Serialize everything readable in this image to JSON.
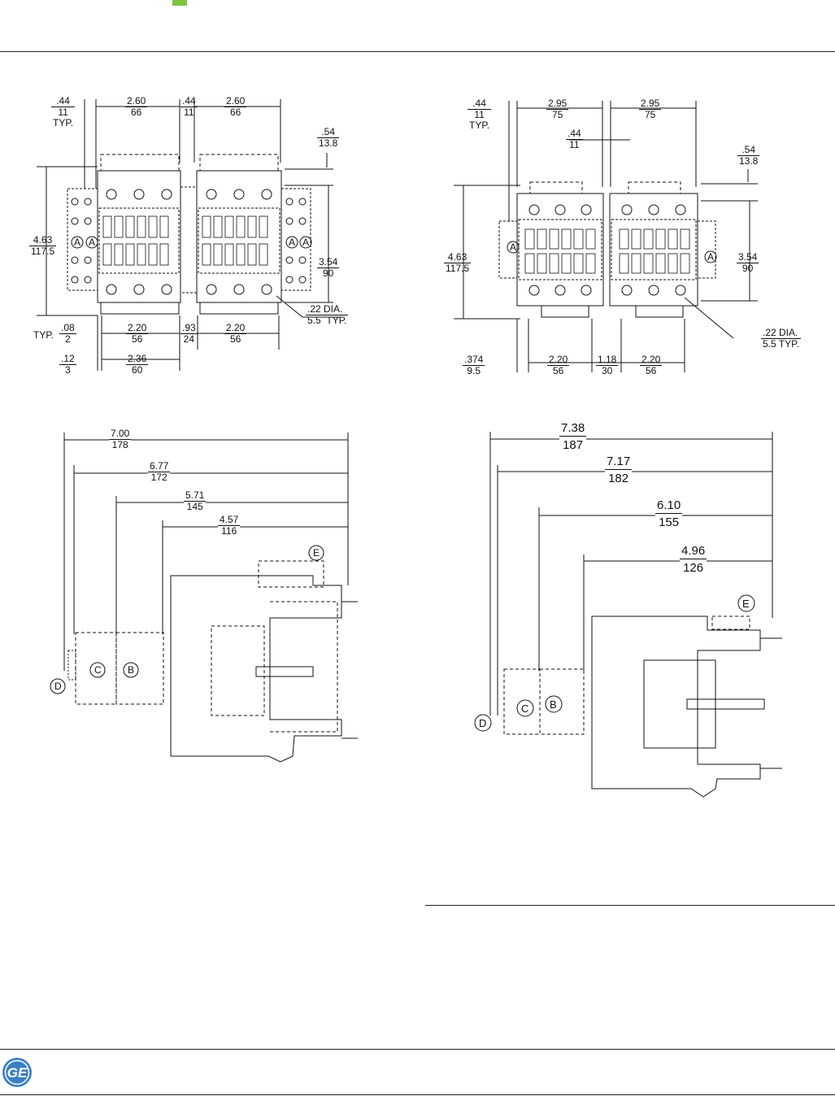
{
  "colors": {
    "brand_green": "#7dc243",
    "ge_blue": "#3b7fc4"
  },
  "logo": {
    "icon": "ge-monogram-icon",
    "text": "GE"
  },
  "topleft": {
    "d1": {
      "in": ".44",
      "mm": "11",
      "note": "TYP."
    },
    "d2": {
      "in": "2.60",
      "mm": "66"
    },
    "d3": {
      "in": ".44",
      "mm": "11"
    },
    "d4": {
      "in": "2.60",
      "mm": "66"
    },
    "d5": {
      "in": ".54",
      "mm": "13.8"
    },
    "d6": {
      "in": "4.63",
      "mm": "117.5"
    },
    "d7": {
      "in": "3.54",
      "mm": "90"
    },
    "d8": {
      "in": ".22 DIA.",
      "mm": "5.5",
      "note": "TYP."
    },
    "d9": {
      "in": ".08",
      "mm": "2",
      "note": "TYP."
    },
    "d10": {
      "in": "2.20",
      "mm": "56"
    },
    "d11": {
      "in": ".93",
      "mm": "24"
    },
    "d12": {
      "in": "2.20",
      "mm": "56"
    },
    "d13": {
      "in": ".12",
      "mm": "3"
    },
    "d14": {
      "in": "2.36",
      "mm": "60"
    },
    "markers": [
      "A",
      "A",
      "A",
      "A"
    ]
  },
  "topright": {
    "d1": {
      "in": ".44",
      "mm": "11",
      "note": "TYP."
    },
    "d2": {
      "in": "2.95",
      "mm": "75"
    },
    "d3": {
      "in": "2.95",
      "mm": "75"
    },
    "d4": {
      "in": ".44",
      "mm": "11"
    },
    "d5": {
      "in": ".54",
      "mm": "13.8"
    },
    "d6": {
      "in": "4.63",
      "mm": "117.5"
    },
    "d7": {
      "in": "3.54",
      "mm": "90"
    },
    "d8": {
      "in": ".22 DIA.",
      "mm": "5.5 TYP."
    },
    "d9": {
      "in": ".374",
      "mm": "9.5"
    },
    "d10": {
      "in": "2.20",
      "mm": "56"
    },
    "d11": {
      "in": "1.18",
      "mm": "30"
    },
    "d12": {
      "in": "2.20",
      "mm": "56"
    },
    "markers": [
      "A",
      "A"
    ]
  },
  "bottomleft": {
    "d1": {
      "in": "7.00",
      "mm": "178"
    },
    "d2": {
      "in": "6.77",
      "mm": "172"
    },
    "d3": {
      "in": "5.71",
      "mm": "145"
    },
    "d4": {
      "in": "4.57",
      "mm": "116"
    },
    "markers": [
      "E",
      "C",
      "B",
      "D"
    ]
  },
  "bottomright": {
    "d1": {
      "in": "7.38",
      "mm": "187"
    },
    "d2": {
      "in": "7.17",
      "mm": "182"
    },
    "d3": {
      "in": "6.10",
      "mm": "155"
    },
    "d4": {
      "in": "4.96",
      "mm": "126"
    },
    "markers": [
      "E",
      "C",
      "B",
      "D"
    ]
  }
}
